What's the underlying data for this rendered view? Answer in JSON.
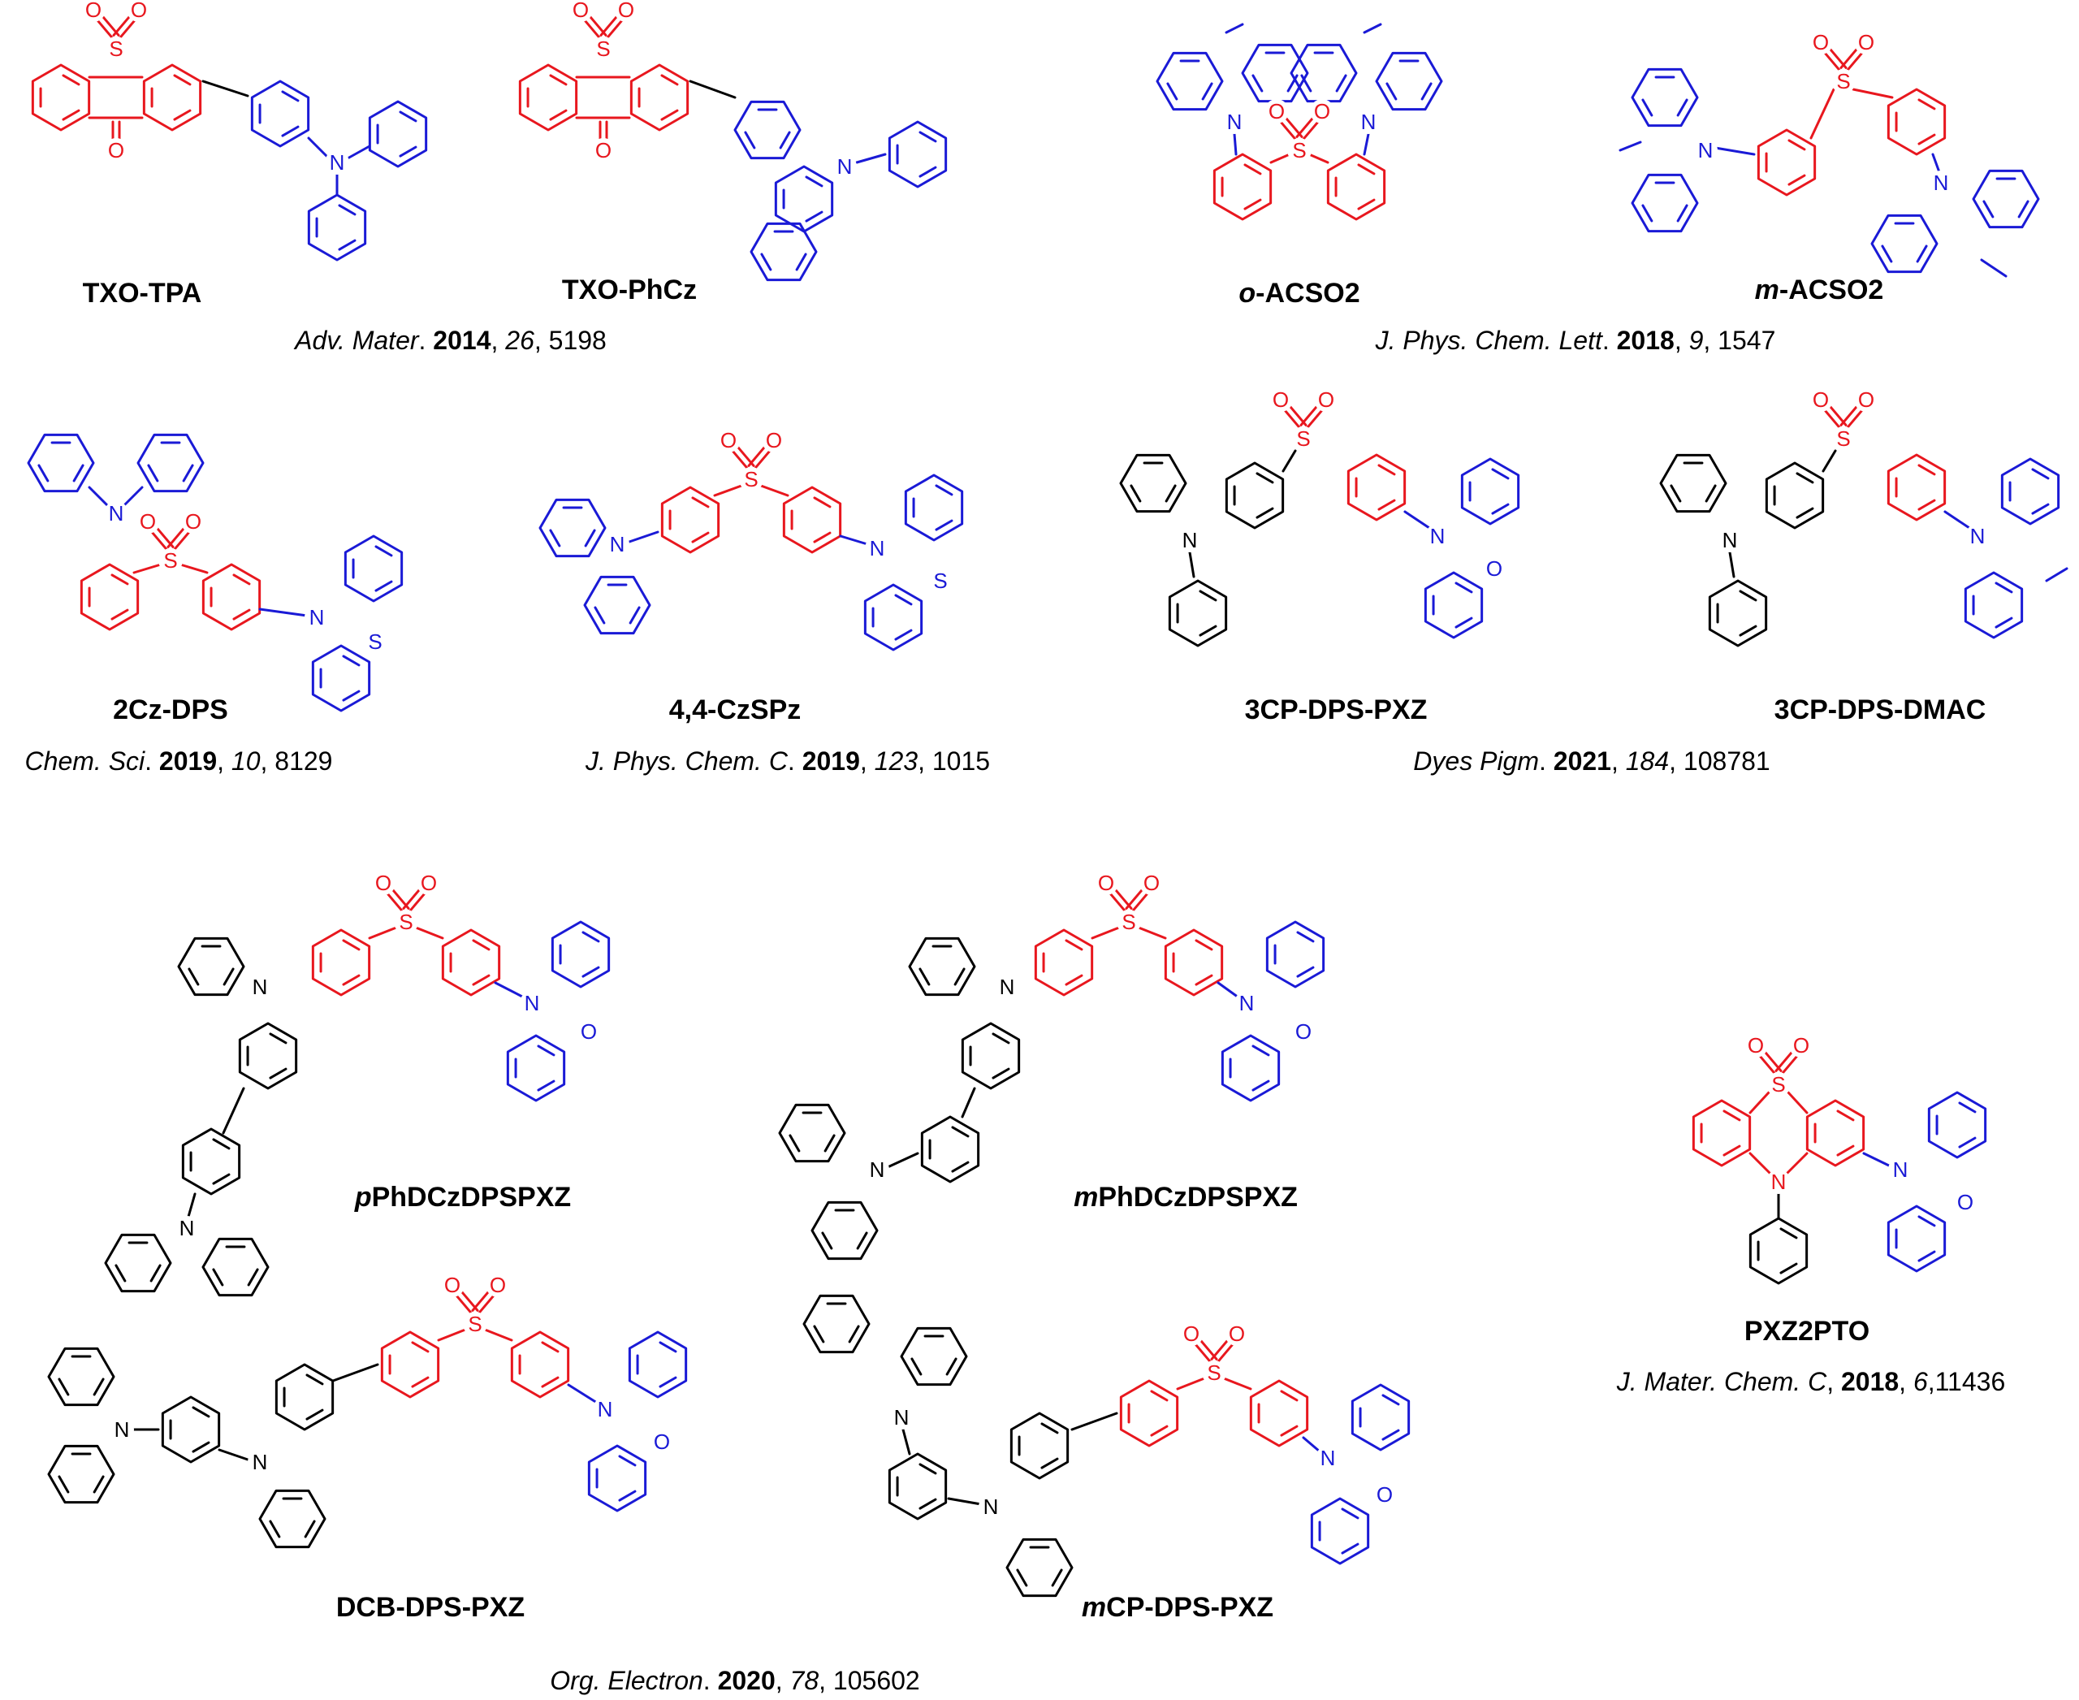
{
  "colors": {
    "acceptor": "#e8171e",
    "donor": "#1a1ad6",
    "linker": "#000000"
  },
  "atoms": {
    "sulfur": "S",
    "oxygen": "O",
    "nitrogen": "N"
  },
  "compounds": [
    {
      "id": "txo-tpa",
      "name": "TXO-TPA",
      "prefix": ""
    },
    {
      "id": "txo-phcz",
      "name": "TXO-PhCz",
      "prefix": ""
    },
    {
      "id": "o-acso2",
      "name": "-ACSO2",
      "prefix": "o"
    },
    {
      "id": "m-acso2",
      "name": "-ACSO2",
      "prefix": "m"
    },
    {
      "id": "2cz-dps",
      "name": "2Cz-DPS",
      "prefix": ""
    },
    {
      "id": "44-czspz",
      "name": "4,4-CzSPz",
      "prefix": ""
    },
    {
      "id": "3cp-dps-pxz",
      "name": "3CP-DPS-PXZ",
      "prefix": ""
    },
    {
      "id": "3cp-dps-dmac",
      "name": "3CP-DPS-DMAC",
      "prefix": ""
    },
    {
      "id": "pphdczdpspxz",
      "name": "PhDCzDPSPXZ",
      "prefix": "p"
    },
    {
      "id": "mphdczdpspxz",
      "name": "PhDCzDPSPXZ",
      "prefix": "m"
    },
    {
      "id": "pxz2pto",
      "name": "PXZ2PTO",
      "prefix": ""
    },
    {
      "id": "dcb-dps-pxz",
      "name": "DCB-DPS-PXZ",
      "prefix": ""
    },
    {
      "id": "mcp-dps-pxz",
      "name": "CP-DPS-PXZ",
      "prefix": "m"
    }
  ],
  "references": [
    {
      "id": "ref-adv-mater",
      "journal": "Adv. Mater",
      "sep": ". ",
      "year": "2014",
      "volume": "26",
      "pages": "5198"
    },
    {
      "id": "ref-jpcl",
      "journal": "J. Phys. Chem. Lett",
      "sep": ". ",
      "year": "2018",
      "volume": "9",
      "pages": "1547"
    },
    {
      "id": "ref-chem-sci",
      "journal": "Chem. Sci",
      "sep": ". ",
      "year": "2019",
      "volume": "10",
      "pages": "8129"
    },
    {
      "id": "ref-jpcc",
      "journal": "J. Phys. Chem. C",
      "sep": ". ",
      "year": "2019",
      "volume": "123",
      "pages": "1015"
    },
    {
      "id": "ref-dyes-pigm",
      "journal": "Dyes Pigm",
      "sep": ". ",
      "year": "2021",
      "volume": "184",
      "pages": "108781"
    },
    {
      "id": "ref-jmcc",
      "journal": "J. Mater. Chem. C",
      "sep": ", ",
      "year": "2018",
      "volume": "6",
      "pages": "11436"
    },
    {
      "id": "ref-org-electron",
      "journal": "Org. Electron",
      "sep": ". ",
      "year": "2020",
      "volume": "78",
      "pages": "105602"
    }
  ]
}
